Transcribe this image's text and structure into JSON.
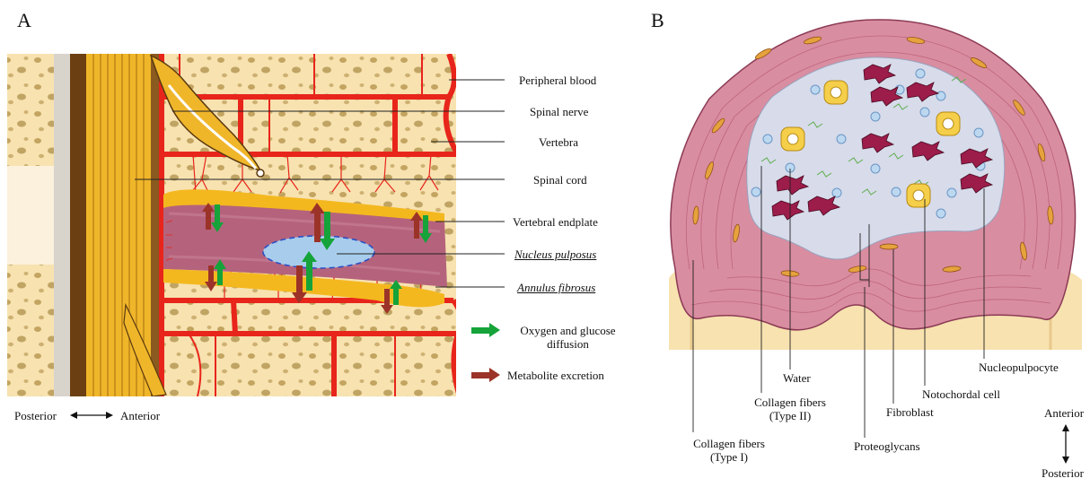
{
  "panel_a": {
    "letter": "A",
    "labels": {
      "peripheral_blood": "Peripheral blood",
      "spinal_nerve": "Spinal nerve",
      "vertebra": "Vertebra",
      "spinal_cord": "Spinal cord",
      "vertebral_endplate": "Vertebral endplate",
      "nucleus_pulposus": "Nucleus pulposus",
      "annulus_fibrosus": "Annulus fibrosus"
    },
    "legend": {
      "oxygen_line1": "Oxygen and glucose",
      "oxygen_line2": "diffusion",
      "metabolite": "Metabolite excretion"
    },
    "orientation": {
      "left": "Posterior",
      "right": "Anterior"
    }
  },
  "panel_b": {
    "letter": "B",
    "labels": {
      "water": "Water",
      "collagen_ii_line1": "Collagen fibers",
      "collagen_ii_line2": "(Type II)",
      "collagen_i_line1": "Collagen fibers",
      "collagen_i_line2": "(Type I)",
      "proteoglycans": "Proteoglycans",
      "fibroblast": "Fibroblast",
      "notochordal_cell": "Notochordal cell",
      "nucleopulpocyte": "Nucleopulpocyte"
    },
    "orientation": {
      "top": "Anterior",
      "bottom": "Posterior"
    }
  },
  "colors": {
    "bone": "#f7e2b0",
    "bone_pore": "#a88a44",
    "blood": "#e8251b",
    "cord_dark": "#6b3f12",
    "cord_yellow": "#f0b62a",
    "endplate": "#f4b81f",
    "disc": "#b5637c",
    "nucleus": "#a8cdec",
    "green_arrow": "#15a33a",
    "red_arrow": "#9c3328",
    "annulus_b": "#d98da0",
    "nucleus_b": "#d7dbea"
  }
}
